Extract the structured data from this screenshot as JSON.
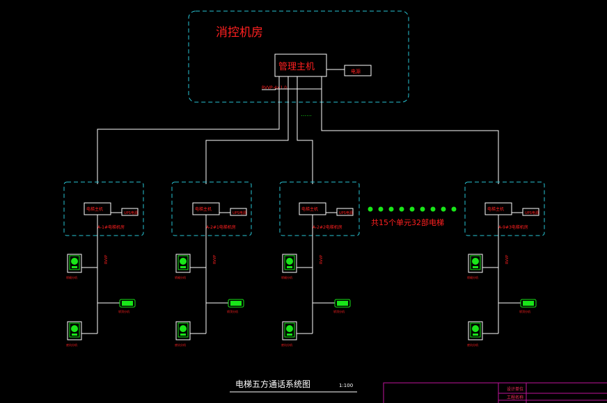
{
  "control_room": {
    "title": "消控机房"
  },
  "host": {
    "label": "管理主机",
    "aux_label": "电源"
  },
  "bus_label": "RVVP-4×1.0",
  "bus_dots": "……",
  "machine_rooms": [
    {
      "controller": "电梯主机",
      "aux": "UPS电源",
      "name": "A-1#电梯机房",
      "cable": "RVVP",
      "cab_label": "轿厢分机",
      "pit_label": "底坑分机",
      "top_label": "轿顶分机"
    },
    {
      "controller": "电梯主机",
      "aux": "UPS电源",
      "name": "A-2#1电梯机房",
      "cable": "RVVP",
      "cab_label": "轿厢分机",
      "pit_label": "底坑分机",
      "top_label": "轿顶分机"
    },
    {
      "controller": "电梯主机",
      "aux": "UPS电源",
      "name": "A-2#2电梯机房",
      "cable": "RVVP",
      "cab_label": "轿厢分机",
      "pit_label": "底坑分机",
      "top_label": "轿顶分机"
    },
    {
      "controller": "电梯主机",
      "aux": "UPS电源",
      "name": "A-9#3电梯机房",
      "cable": "RVVP",
      "cab_label": "轿厢分机",
      "pit_label": "底坑分机",
      "top_label": "轿顶分机"
    }
  ],
  "more_note": "共15个单元32部电梯",
  "drawing": {
    "title": "电梯五方通话系统图",
    "scale": "1:100"
  },
  "title_block": {
    "row1": "设计单位",
    "row2": "工程名称"
  },
  "colors": {
    "frame": "#29c6d6",
    "text": "#ff2020",
    "device": "#19e619",
    "wire": "#ffffff",
    "title_block": "#c0139c"
  }
}
